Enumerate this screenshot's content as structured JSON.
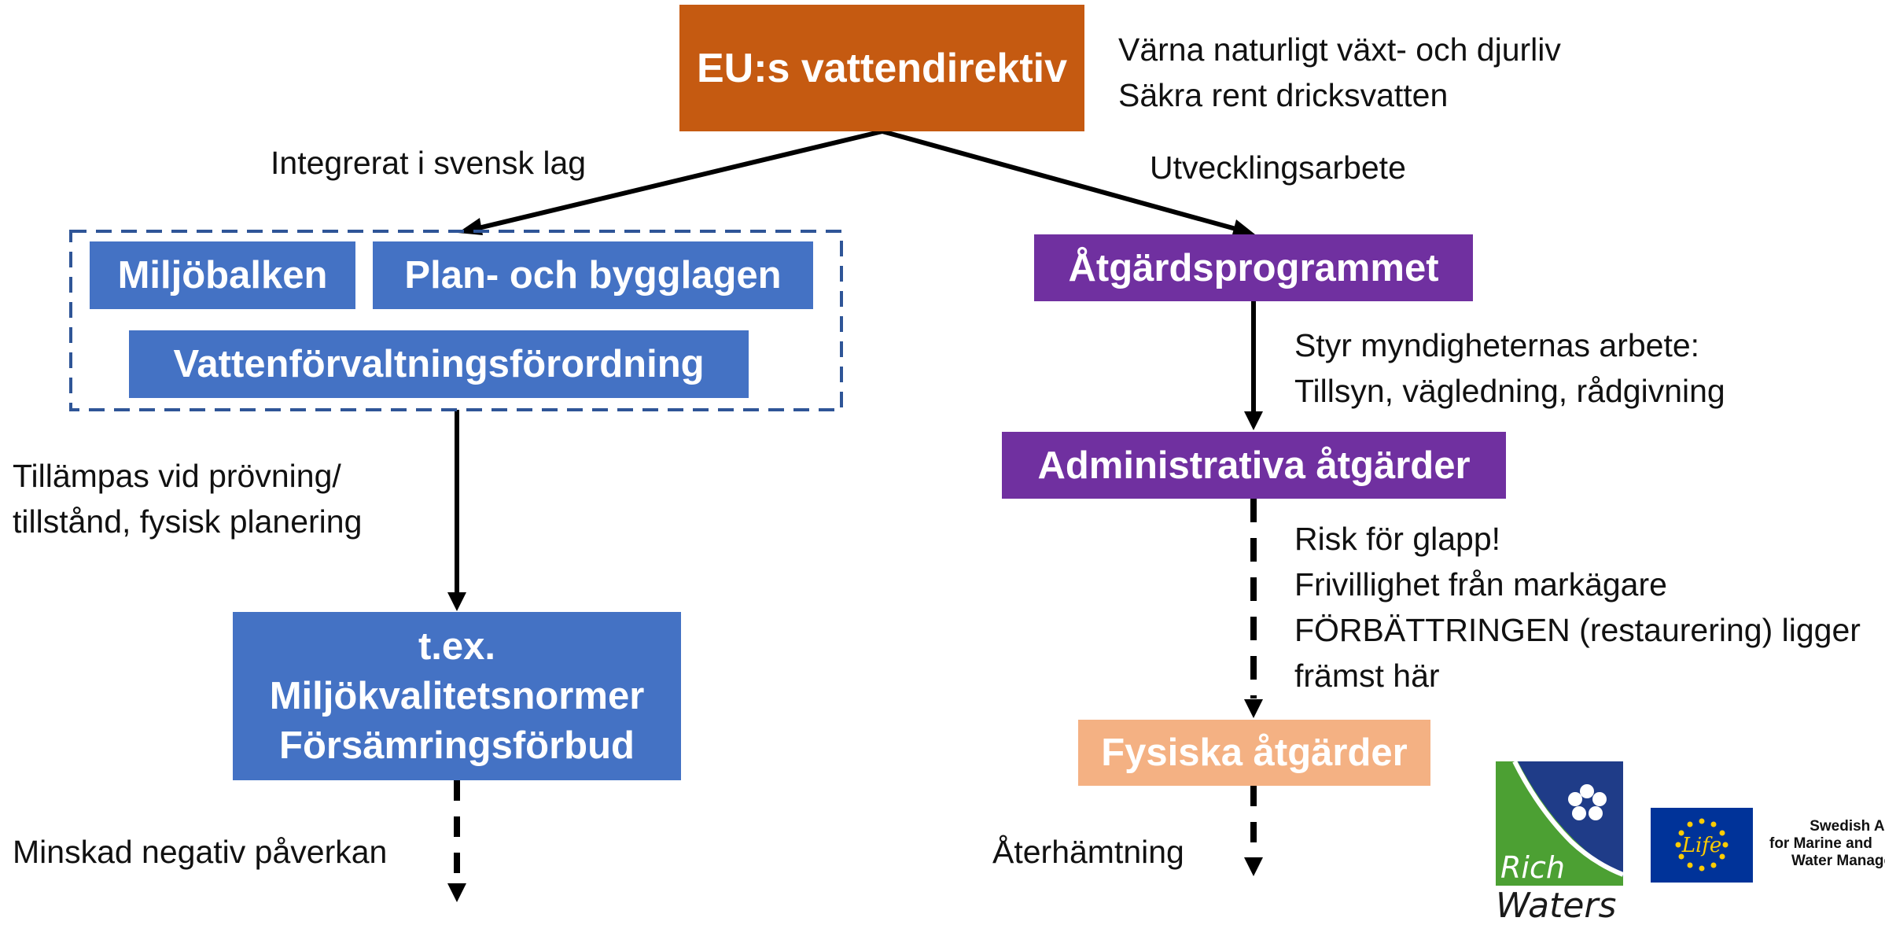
{
  "colors": {
    "orange": "#C55A11",
    "blue": "#4472C4",
    "purple": "#7030A0",
    "peach": "#F4B183",
    "dashed_frame": "#2F5597",
    "rich_green": "#4CA033",
    "rich_navy": "#1F3C88",
    "eu_blue": "#003399",
    "eu_yellow": "#FFCC00"
  },
  "top": {
    "title": "EU:s vattendirektiv",
    "goals": [
      "Värna naturligt växt- och djurliv",
      "Säkra rent dricksvatten"
    ]
  },
  "left": {
    "branch_label": "Integrerat i svensk lag",
    "laws": {
      "miljobalken": "Miljöbalken",
      "pbl": "Plan- och bygglagen",
      "vff": "Vattenförvaltningsförordning"
    },
    "apply_label": [
      "Tillämpas vid prövning/",
      "tillstånd, fysisk planering"
    ],
    "example_box": [
      "t.ex.",
      "Miljökvalitetsnormer",
      "Försämringsförbud"
    ],
    "outcome": "Minskad negativ påverkan"
  },
  "right": {
    "branch_label": "Utvecklingsarbete",
    "program": "Åtgärdsprogrammet",
    "steer_label": [
      "Styr myndigheternas arbete:",
      "Tillsyn, vägledning, rådgivning"
    ],
    "admin": "Administrativa åtgärder",
    "gap_notes": [
      "Risk för glapp!",
      "Frivillighet från markägare",
      "FÖRBÄTTRINGEN (restaurering) ligger",
      "främst här"
    ],
    "physical": "Fysiska åtgärder",
    "outcome": "Återhämtning"
  },
  "logos": {
    "rich_waters": [
      "Rich",
      "Waters"
    ],
    "life": "Life",
    "agency": [
      "Swedish Agency",
      "for Marine and",
      "Water Management"
    ]
  }
}
